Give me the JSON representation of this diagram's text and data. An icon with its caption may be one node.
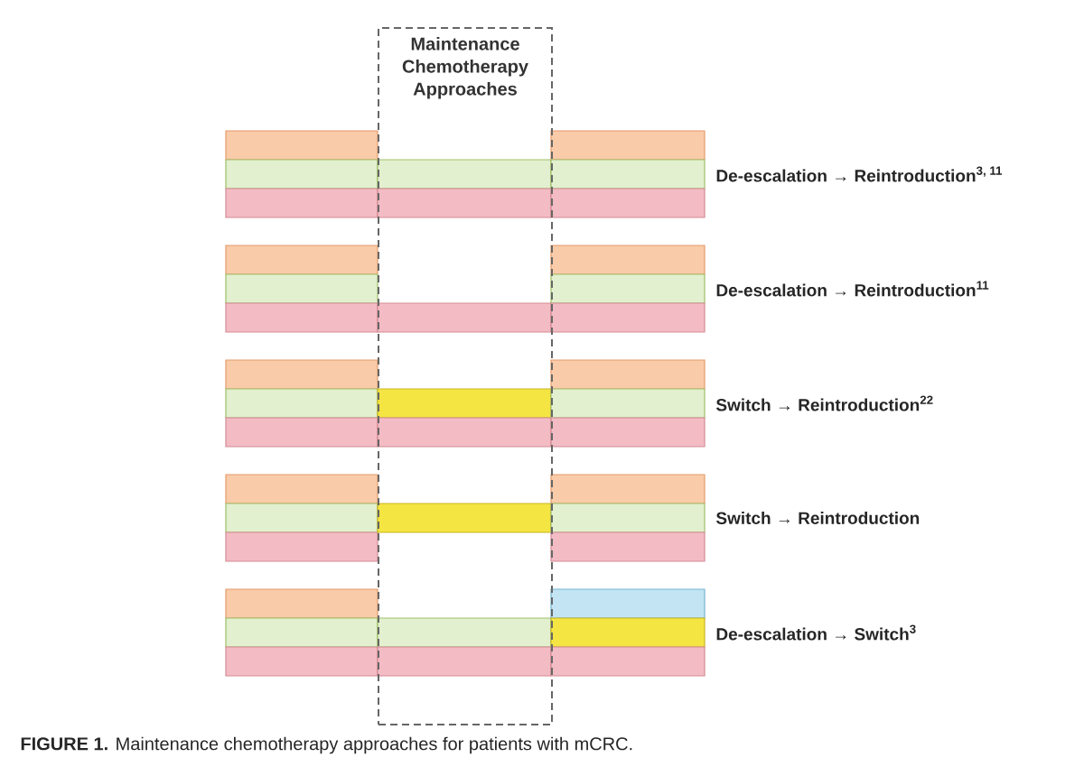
{
  "diagram": {
    "caption": "**FIGURE 1.** Maintenance chemotherapy approaches for patients with mCRC.",
    "nodes": [
      {
        "text": [
          "Maintenance Chemotherapy Approaches"
        ]
      }
    ],
    "labels": [
      "De-escalation → Reintroduction$^{3, 11}$",
      "De-escalation → Reintroduction$^{11}$",
      "Switch → Reintroduction$^{22}$",
      "Switch → Reintroduction",
      "De-escalation → Switch$^{3}$"
    ]
  }
}
